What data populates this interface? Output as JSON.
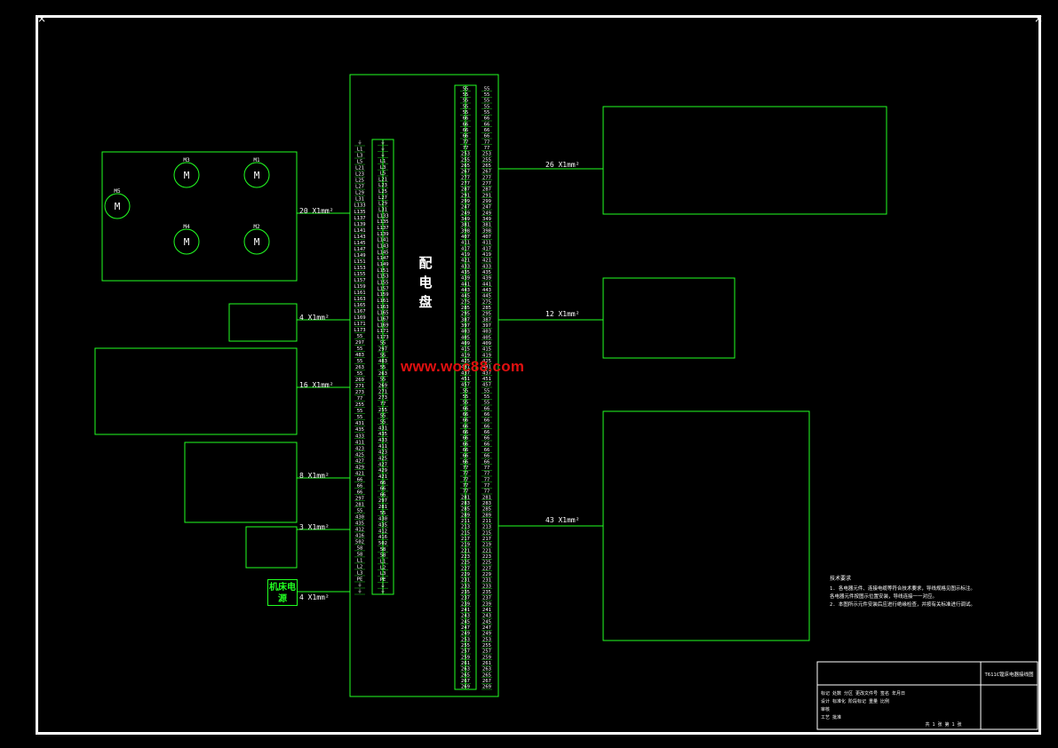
{
  "diagram": {
    "panel_title": "配电盘",
    "watermark": "www.woc88.com",
    "machine_power": "机床电源",
    "left_cable_labels": [
      "20 X1mm²",
      "4 X1mm²",
      "16 X1mm²",
      "8 X1mm²",
      "3 X1mm²",
      "4 X1mm²"
    ],
    "right_cable_labels": [
      "26 X1mm²",
      "12 X1mm²",
      "43 X1mm²"
    ],
    "inner_left_terminals": [
      "⏚",
      "L1",
      "L3",
      "L5",
      "L21",
      "L23",
      "L25",
      "L27",
      "L29",
      "L31",
      "L133",
      "L135",
      "L137",
      "L139",
      "L141",
      "L143",
      "L145",
      "L147",
      "L149",
      "L151",
      "L153",
      "L155",
      "L157",
      "L159",
      "L161",
      "L163",
      "L165",
      "L167",
      "L169",
      "L171",
      "L173",
      "55",
      "297",
      "55",
      "483",
      "55",
      "263",
      "55",
      "269",
      "271",
      "273",
      "77",
      "255",
      "55",
      "55",
      "431",
      "435",
      "433",
      "411",
      "423",
      "425",
      "427",
      "429",
      "421",
      "66",
      "66",
      "66",
      "297",
      "281",
      "55",
      "430",
      "435",
      "412",
      "416",
      "502",
      "58",
      "58",
      "L1",
      "L2",
      "L3",
      "PE",
      "⏚",
      "⏚"
    ],
    "inner_right_terminals": [
      "⏚",
      "⏚",
      "⏚",
      "L1",
      "L3",
      "L5",
      "L21",
      "L23",
      "L25",
      "L27",
      "L29",
      "L31",
      "L133",
      "L135",
      "L137",
      "L139",
      "L141",
      "L143",
      "L145",
      "L147",
      "L149",
      "L151",
      "L153",
      "L155",
      "L157",
      "L159",
      "L161",
      "L163",
      "L165",
      "L167",
      "L169",
      "L171",
      "L173",
      "55",
      "297",
      "55",
      "483",
      "55",
      "263",
      "55",
      "269",
      "271",
      "273",
      "77",
      "255",
      "55",
      "55",
      "431",
      "435",
      "433",
      "411",
      "423",
      "425",
      "427",
      "429",
      "421",
      "66",
      "66",
      "66",
      "297",
      "281",
      "55",
      "430",
      "435",
      "412",
      "416",
      "502",
      "58",
      "58",
      "L1",
      "L2",
      "L3",
      "PE",
      "⏚",
      "⏚"
    ],
    "outer_left_terminals": [
      "55",
      "55",
      "55",
      "55",
      "55",
      "66",
      "66",
      "66",
      "66",
      "77",
      "77",
      "253",
      "255",
      "265",
      "267",
      "277",
      "277",
      "287",
      "291",
      "299",
      "247",
      "249",
      "349",
      "381",
      "398",
      "407",
      "411",
      "417",
      "419",
      "421",
      "433",
      "435",
      "439",
      "441",
      "443",
      "445",
      "275",
      "285",
      "295",
      "387",
      "397",
      "403",
      "405",
      "409",
      "415",
      "419",
      "425",
      "431",
      "437",
      "451",
      "457",
      "55",
      "55",
      "55",
      "66",
      "66",
      "66",
      "66",
      "66",
      "66",
      "66",
      "66",
      "66",
      "66",
      "77",
      "77",
      "77",
      "77",
      "77",
      "281",
      "283",
      "285",
      "289",
      "211",
      "213",
      "215",
      "217",
      "219",
      "221",
      "223",
      "225",
      "227",
      "229",
      "231",
      "233",
      "235",
      "237",
      "239",
      "241",
      "243",
      "245",
      "247",
      "249",
      "253",
      "255",
      "257",
      "259",
      "261",
      "263",
      "265",
      "267",
      "269"
    ],
    "outer_right_terminals": [
      "55",
      "55",
      "55",
      "55",
      "55",
      "66",
      "66",
      "66",
      "66",
      "77",
      "77",
      "253",
      "255",
      "265",
      "267",
      "277",
      "277",
      "287",
      "291",
      "299",
      "247",
      "249",
      "349",
      "381",
      "398",
      "407",
      "411",
      "417",
      "419",
      "421",
      "433",
      "435",
      "439",
      "441",
      "443",
      "445",
      "275",
      "285",
      "295",
      "387",
      "397",
      "403",
      "405",
      "409",
      "415",
      "419",
      "425",
      "431",
      "437",
      "451",
      "457",
      "55",
      "55",
      "55",
      "66",
      "66",
      "66",
      "66",
      "66",
      "66",
      "66",
      "66",
      "66",
      "66",
      "77",
      "77",
      "77",
      "77",
      "77",
      "281",
      "283",
      "285",
      "289",
      "211",
      "213",
      "215",
      "217",
      "219",
      "221",
      "223",
      "225",
      "227",
      "229",
      "231",
      "233",
      "235",
      "237",
      "239",
      "241",
      "243",
      "245",
      "247",
      "249",
      "253",
      "255",
      "257",
      "259",
      "261",
      "263",
      "265",
      "267",
      "269"
    ],
    "motors": [
      {
        "label": "M3",
        "symbol": "M"
      },
      {
        "label": "M1",
        "symbol": "M"
      },
      {
        "label": "M5",
        "symbol": "M"
      },
      {
        "label": "M4",
        "symbol": "M"
      },
      {
        "label": "M2",
        "symbol": "M"
      }
    ],
    "notes_title": "技术要求",
    "notes": [
      "1. 各电器元件、连接电缆等符合技术要求，导线规格见图示标注。",
      "   各电器元件按图示位置安装，导线连接一一对应。",
      "2. 本图所示元件安装后应进行绝缘检查，并按有关标准进行调试。"
    ],
    "title_block": {
      "drawing_name": "T611C镗床电器接线图",
      "rows": [
        "标记 处数 分区 更改文件号 签名 年月日",
        "设计 标准化 阶段标记 重量 比例",
        "审核",
        "工艺 批准"
      ],
      "sheet_info": "共 1 张  第 1 张"
    }
  }
}
